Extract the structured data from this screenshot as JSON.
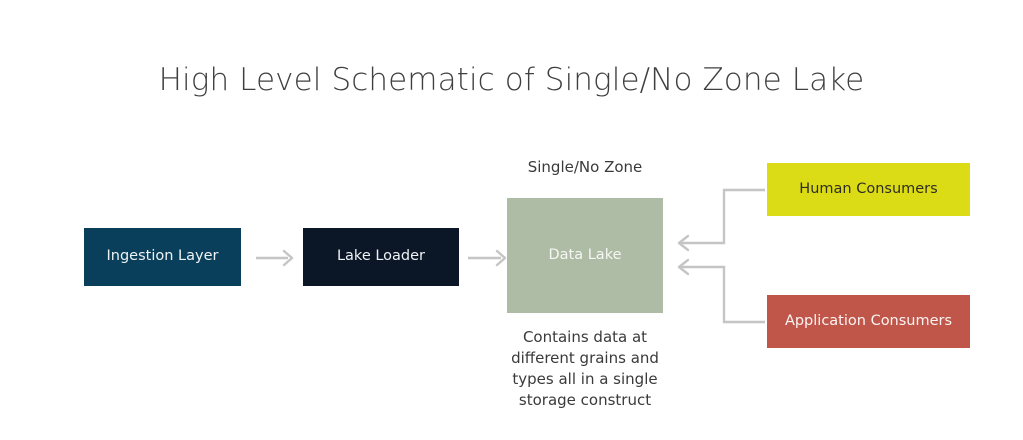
{
  "diagram": {
    "title": "High Level Schematic of Single/No Zone Lake",
    "zone_label": "Single/No Zone",
    "lake_caption": "Contains data at different grains and types all in a single storage construct",
    "nodes": [
      {
        "id": "ingestion-layer",
        "label": "Ingestion Layer",
        "fill": "#0a3f5c",
        "text_color": "#eef2f4"
      },
      {
        "id": "lake-loader",
        "label": "Lake Loader",
        "fill": "#0b1626",
        "text_color": "#eef2f4"
      },
      {
        "id": "data-lake",
        "label": "Data Lake",
        "fill": "#afbca5",
        "text_color": "#f4f6f2"
      },
      {
        "id": "human-consumers",
        "label": "Human Consumers",
        "fill": "#dcdc16",
        "text_color": "#2e2e24"
      },
      {
        "id": "application-consumers",
        "label": "Application Consumers",
        "fill": "#c0564a",
        "text_color": "#fbf4f2"
      }
    ],
    "connectors": [
      {
        "id": "ingestion-to-loader",
        "from": "ingestion-layer",
        "to": "lake-loader",
        "style": "straight-arrow-right"
      },
      {
        "id": "loader-to-lake",
        "from": "lake-loader",
        "to": "data-lake",
        "style": "straight-arrow-right"
      },
      {
        "id": "human-to-lake",
        "from": "human-consumers",
        "to": "data-lake",
        "style": "elbow-arrow-left"
      },
      {
        "id": "application-to-lake",
        "from": "application-consumers",
        "to": "data-lake",
        "style": "elbow-arrow-left"
      }
    ],
    "connector_color": "#c5c5c5",
    "background": "#ffffff",
    "title_color": "#3f3f3f",
    "text_color": "#3a3a3a"
  }
}
